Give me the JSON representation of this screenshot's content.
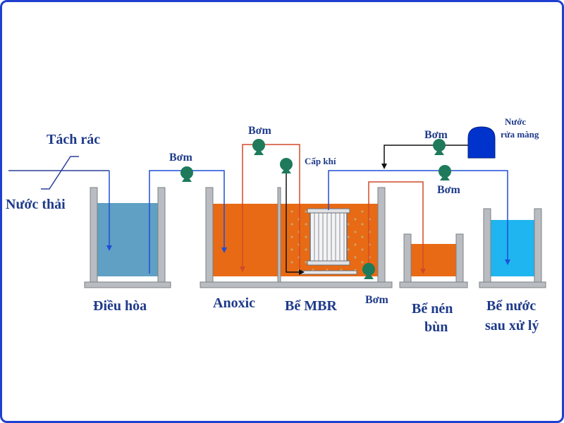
{
  "labels": {
    "tach_rac": "Tách rác",
    "nuoc_thai": "Nước thải",
    "bom_1": "Bơm",
    "bom_2": "Bơm",
    "bom_3": "Bơm",
    "bom_4": "Bơm",
    "bom_5": "Bơm",
    "cap_khi": "Cấp khí",
    "nuoc_rua_mang_1": "Nước",
    "nuoc_rua_mang_2": "rửa màng",
    "dieu_hoa": "Điều hòa",
    "anoxic": "Anoxic",
    "be_mbr": "Bể MBR",
    "be_nen_bun_1": "Bể nén",
    "be_nen_bun_2": "bùn",
    "be_nuoc_1": "Bể nước",
    "be_nuoc_2": "sau xử lý"
  },
  "colors": {
    "frame": "#1f3fd0",
    "wall": "#b9bcc0",
    "pipe_blue": "#1f4fd6",
    "pipe_orange": "#d04a2a",
    "water_blue": "#5fa0c4",
    "sludge_orange": "#e86a14",
    "clean_water": "#1fb5f0",
    "pump": "#1e7a5a",
    "tank_blue": "#0033cc",
    "text": "#1e3a8a"
  }
}
